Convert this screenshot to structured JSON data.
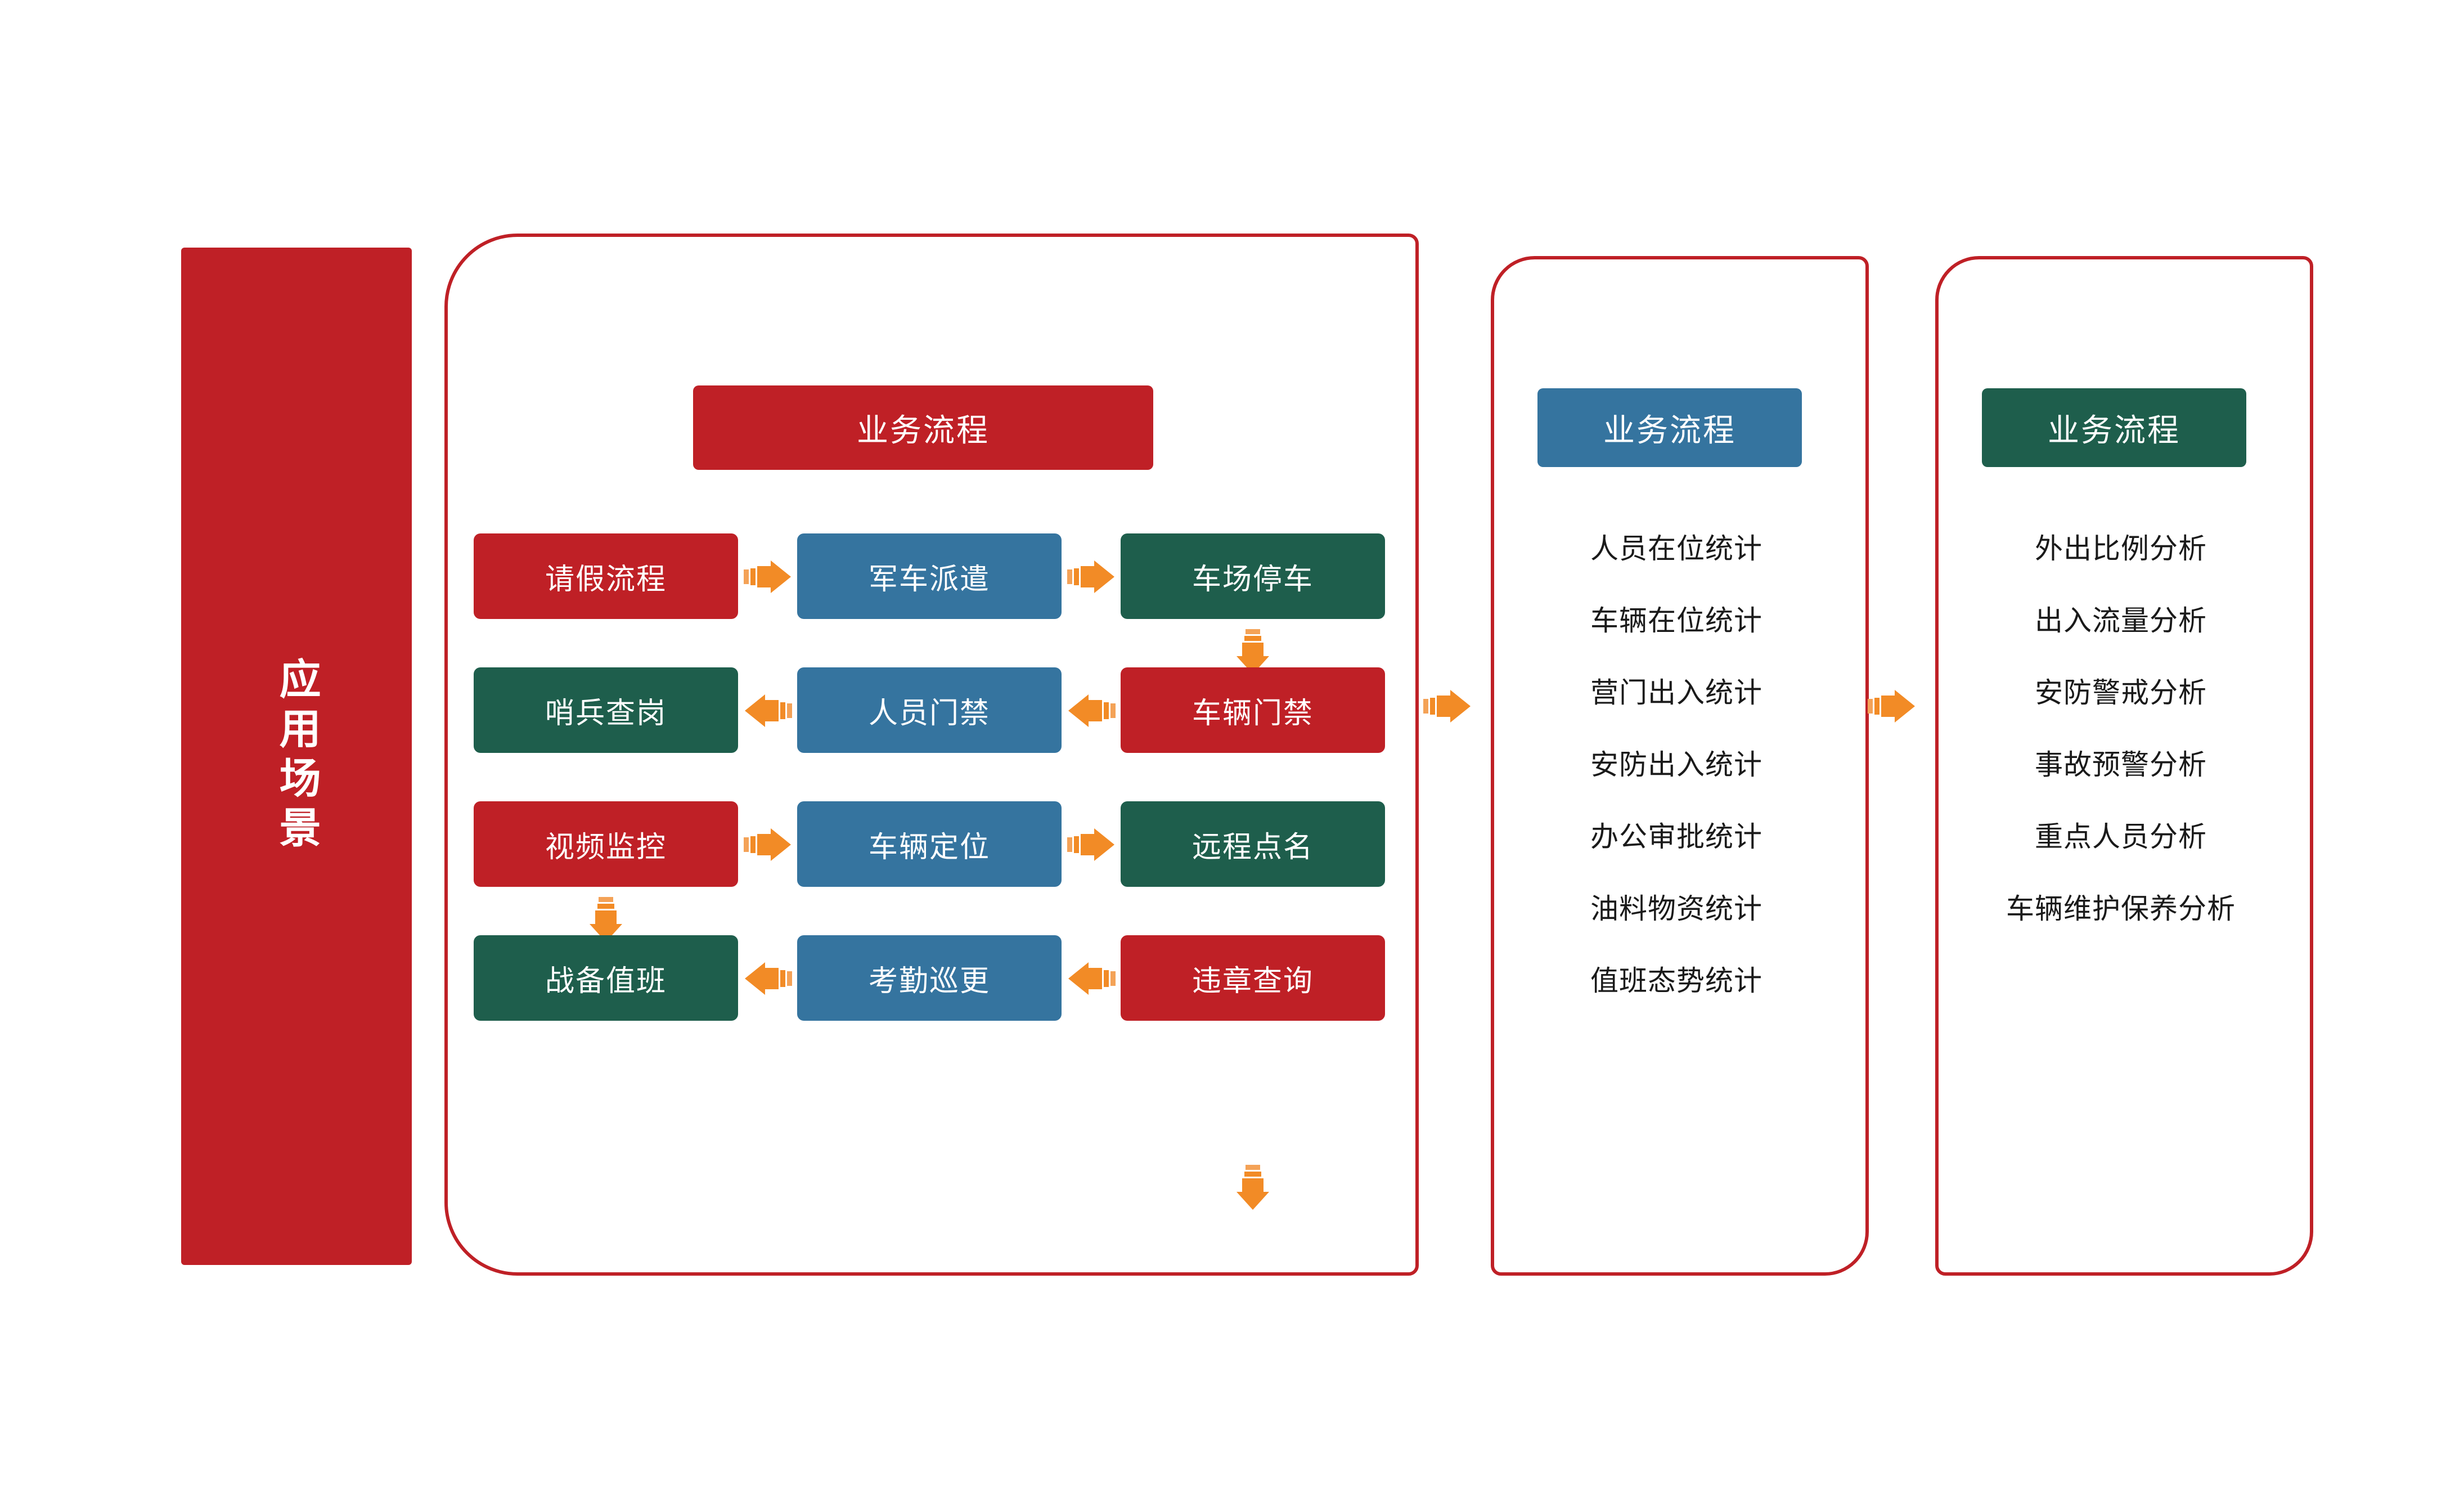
{
  "colors": {
    "red": "#bf2026",
    "blue": "#35749f",
    "green": "#1e5e4c",
    "orange": "#f28b26",
    "text_dark": "#1a1a1a",
    "text_light": "#ffffff",
    "background": "#ffffff"
  },
  "scene_bar": {
    "label": "应用场景"
  },
  "panels": {
    "main": {
      "header": "业务流程",
      "header_color": "#bf2026",
      "rows": [
        {
          "boxes": [
            {
              "label": "请假流程",
              "color": "red"
            },
            {
              "label": "军车派遣",
              "color": "blue"
            },
            {
              "label": "车场停车",
              "color": "green"
            }
          ],
          "connector_direction": "right"
        },
        {
          "boxes": [
            {
              "label": "哨兵查岗",
              "color": "green"
            },
            {
              "label": "人员门禁",
              "color": "blue"
            },
            {
              "label": "车辆门禁",
              "color": "red"
            }
          ],
          "connector_direction": "left"
        },
        {
          "boxes": [
            {
              "label": "视频监控",
              "color": "red"
            },
            {
              "label": "车辆定位",
              "color": "blue"
            },
            {
              "label": "远程点名",
              "color": "green"
            }
          ],
          "connector_direction": "right"
        },
        {
          "boxes": [
            {
              "label": "战备值班",
              "color": "green"
            },
            {
              "label": "考勤巡更",
              "color": "blue"
            },
            {
              "label": "违章查询",
              "color": "red"
            }
          ],
          "connector_direction": "left"
        }
      ]
    },
    "middle": {
      "header": "业务流程",
      "header_color": "#35749f",
      "items": [
        "人员在位统计",
        "车辆在位统计",
        "营门出入统计",
        "安防出入统计",
        "办公审批统计",
        "油料物资统计",
        "值班态势统计"
      ]
    },
    "right": {
      "header": "业务流程",
      "header_color": "#1e5e4c",
      "items": [
        "外出比例分析",
        "出入流量分析",
        "安防警戒分析",
        "事故预警分析",
        "重点人员分析",
        "车辆维护保养分析"
      ]
    }
  },
  "icons": {
    "arrow_right": "arrow-right-icon",
    "arrow_left": "arrow-left-icon",
    "arrow_down": "arrow-down-icon"
  }
}
